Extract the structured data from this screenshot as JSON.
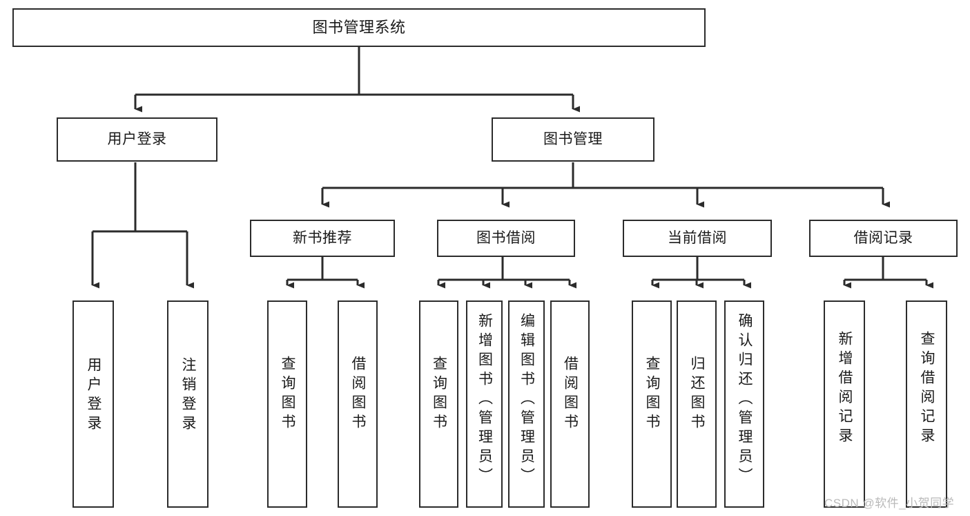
{
  "diagram": {
    "title": "图书管理系统",
    "type": "tree-hierarchy-diagram",
    "watermark": "CSDN @软件_小贺同学",
    "colors": {
      "stroke": "#2b2b2b",
      "fill": "#ffffff",
      "text": "#1a1a1a",
      "watermark": "#b9b9b9"
    },
    "nodes": {
      "root": {
        "label": "图书管理系统"
      },
      "level2": [
        {
          "label": "用户登录"
        },
        {
          "label": "图书管理"
        }
      ],
      "level3": [
        {
          "label": "新书推荐"
        },
        {
          "label": "图书借阅"
        },
        {
          "label": "当前借阅"
        },
        {
          "label": "借阅记录"
        }
      ],
      "leaves": {
        "user_login": [
          {
            "label": "用户登录"
          },
          {
            "label": "注销登录"
          }
        ],
        "new_book_recommend": [
          {
            "label": "查询图书"
          },
          {
            "label": "借阅图书"
          }
        ],
        "book_borrow": [
          {
            "label": "查询图书"
          },
          {
            "label": "新增图书（管理员）"
          },
          {
            "label": "编辑图书（管理员）"
          },
          {
            "label": "借阅图书"
          }
        ],
        "current_borrow": [
          {
            "label": "查询图书"
          },
          {
            "label": "归还图书"
          },
          {
            "label": "确认归还（管理员）"
          }
        ],
        "borrow_record": [
          {
            "label": "新增借阅记录"
          },
          {
            "label": "查询借阅记录"
          }
        ]
      }
    }
  }
}
